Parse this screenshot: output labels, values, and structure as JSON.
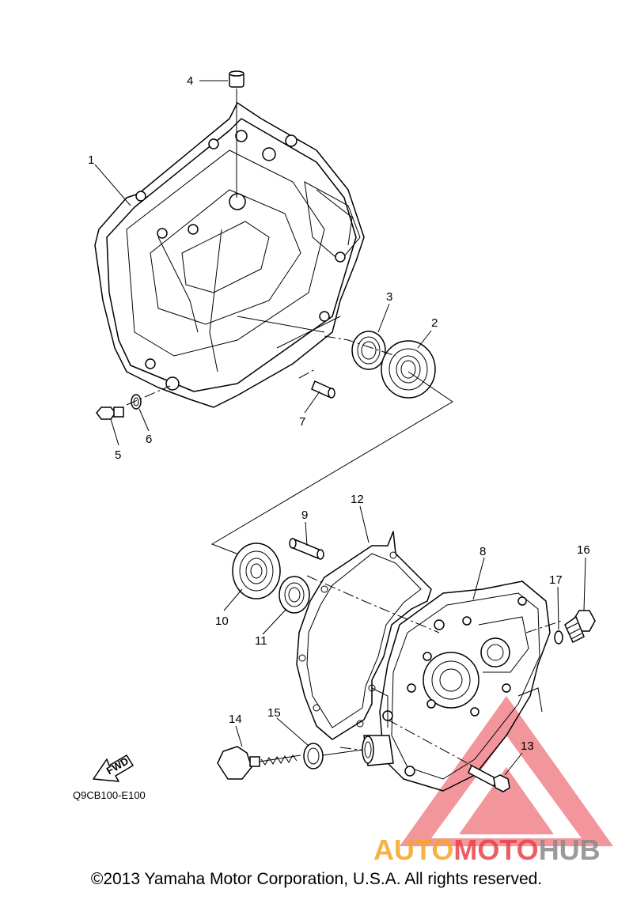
{
  "callouts": [
    {
      "id": "1",
      "text": "1"
    },
    {
      "id": "2",
      "text": "2"
    },
    {
      "id": "3",
      "text": "3"
    },
    {
      "id": "4",
      "text": "4"
    },
    {
      "id": "5",
      "text": "5"
    },
    {
      "id": "6",
      "text": "6"
    },
    {
      "id": "7",
      "text": "7"
    },
    {
      "id": "8",
      "text": "8"
    },
    {
      "id": "9",
      "text": "9"
    },
    {
      "id": "10",
      "text": "10"
    },
    {
      "id": "11",
      "text": "11"
    },
    {
      "id": "12",
      "text": "12"
    },
    {
      "id": "13",
      "text": "13"
    },
    {
      "id": "14",
      "text": "14"
    },
    {
      "id": "15",
      "text": "15"
    },
    {
      "id": "16",
      "text": "16"
    },
    {
      "id": "17",
      "text": "17"
    }
  ],
  "fwd_label": "FWD",
  "diagram_code": "Q9CB100-E100",
  "copyright": "©2013 Yamaha Motor Corporation, U.S.A. All rights reserved.",
  "watermark": {
    "part1": "AUTO",
    "part2": "MOTO",
    "part3": "HUB",
    "color_orange": "#f5a623",
    "color_red": "#e8424a",
    "color_gray": "#8a8a8a"
  }
}
